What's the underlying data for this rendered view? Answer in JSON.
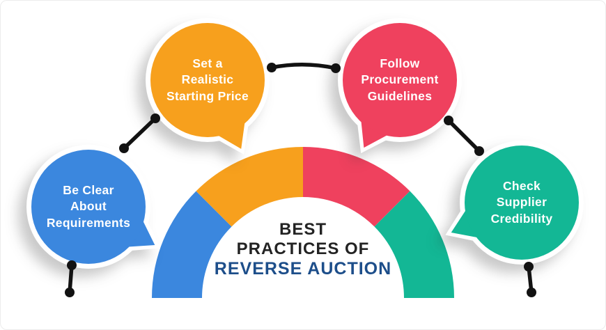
{
  "title": {
    "line1": "BEST",
    "line2": "PRACTICES OF",
    "line3": "REVERSE AUCTION"
  },
  "bubbles": {
    "blue": {
      "lines": [
        "Be Clear",
        "About",
        "Requirements"
      ]
    },
    "orange": {
      "lines": [
        "Set a",
        "Realistic",
        "Starting Price"
      ]
    },
    "red": {
      "lines": [
        "Follow",
        "Procurement",
        "Guidelines"
      ]
    },
    "teal": {
      "lines": [
        "Check",
        "Supplier",
        "Credibility"
      ]
    }
  },
  "arc": {
    "segments": [
      {
        "name": "be-clear-about-requirements",
        "color_key": "blue"
      },
      {
        "name": "set-a-realistic-starting-price",
        "color_key": "orange"
      },
      {
        "name": "follow-procurement-guidelines",
        "color_key": "red"
      },
      {
        "name": "check-supplier-credibility",
        "color_key": "teal"
      }
    ]
  },
  "palette": {
    "blue": "#3B87DE",
    "orange": "#F7A01D",
    "red": "#EF415E",
    "teal": "#13B795",
    "connector": "#121212",
    "title_dark": "#232323",
    "title_blue": "#1D4E8A"
  }
}
